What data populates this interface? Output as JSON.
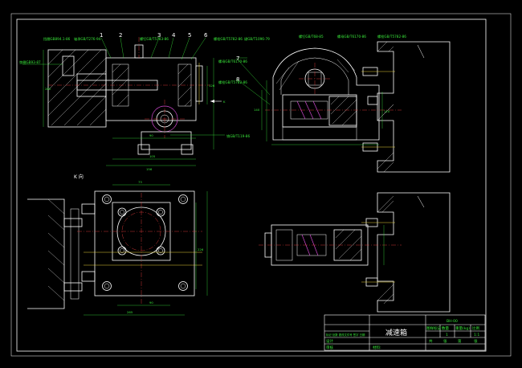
{
  "drawing": {
    "part_numbers": [
      "1",
      "2",
      "3",
      "4",
      "5",
      "6",
      "7",
      "8"
    ],
    "view_label": "K 向",
    "callouts": {
      "c1": "挡圈GB894.1-86",
      "c2": "轴承GB/T276-94",
      "c3": "螺钉GB/T5783-86",
      "c4": "螺栓GB/T5782-86",
      "c5": "键GB/T1096-79",
      "c6": "垫圈GB93-87",
      "c7": "螺母GB/T6170-86",
      "c8": "螺栓GB/T5782-86",
      "c9": "销GB/T119-86",
      "c10": "螺钉GB/T68-85",
      "c11": "螺母GB/T6170-86",
      "c12": "螺栓GB/T5782-86"
    },
    "dimensions": {
      "d1": "280",
      "d2": "90",
      "d3": "105",
      "d4": "156",
      "d5": "126",
      "d6": "140",
      "d7": "110",
      "d8": "73",
      "d9": "226",
      "d10": "90",
      "d11": "265"
    },
    "k_arrow": "K"
  },
  "title_block": {
    "drawing_number": "BH-00",
    "title": "减速箱",
    "material_label": "材料:",
    "row1": [
      "图样标记",
      "数量",
      "重量(kg)",
      "比例"
    ],
    "row1_values": [
      "",
      "1",
      "",
      "1:1"
    ],
    "left_rows": [
      "标记 处数 更改文件号 签字 日期",
      "设计",
      "审核"
    ],
    "sheet": [
      "共",
      "张",
      "第",
      "张"
    ]
  },
  "colors": {
    "background": "#000000",
    "outline": "#ffffff",
    "annotation": "#39e83a",
    "centerline": "#e23b3b",
    "hidden": "#e8d23a",
    "gear": "#d24ad2"
  }
}
